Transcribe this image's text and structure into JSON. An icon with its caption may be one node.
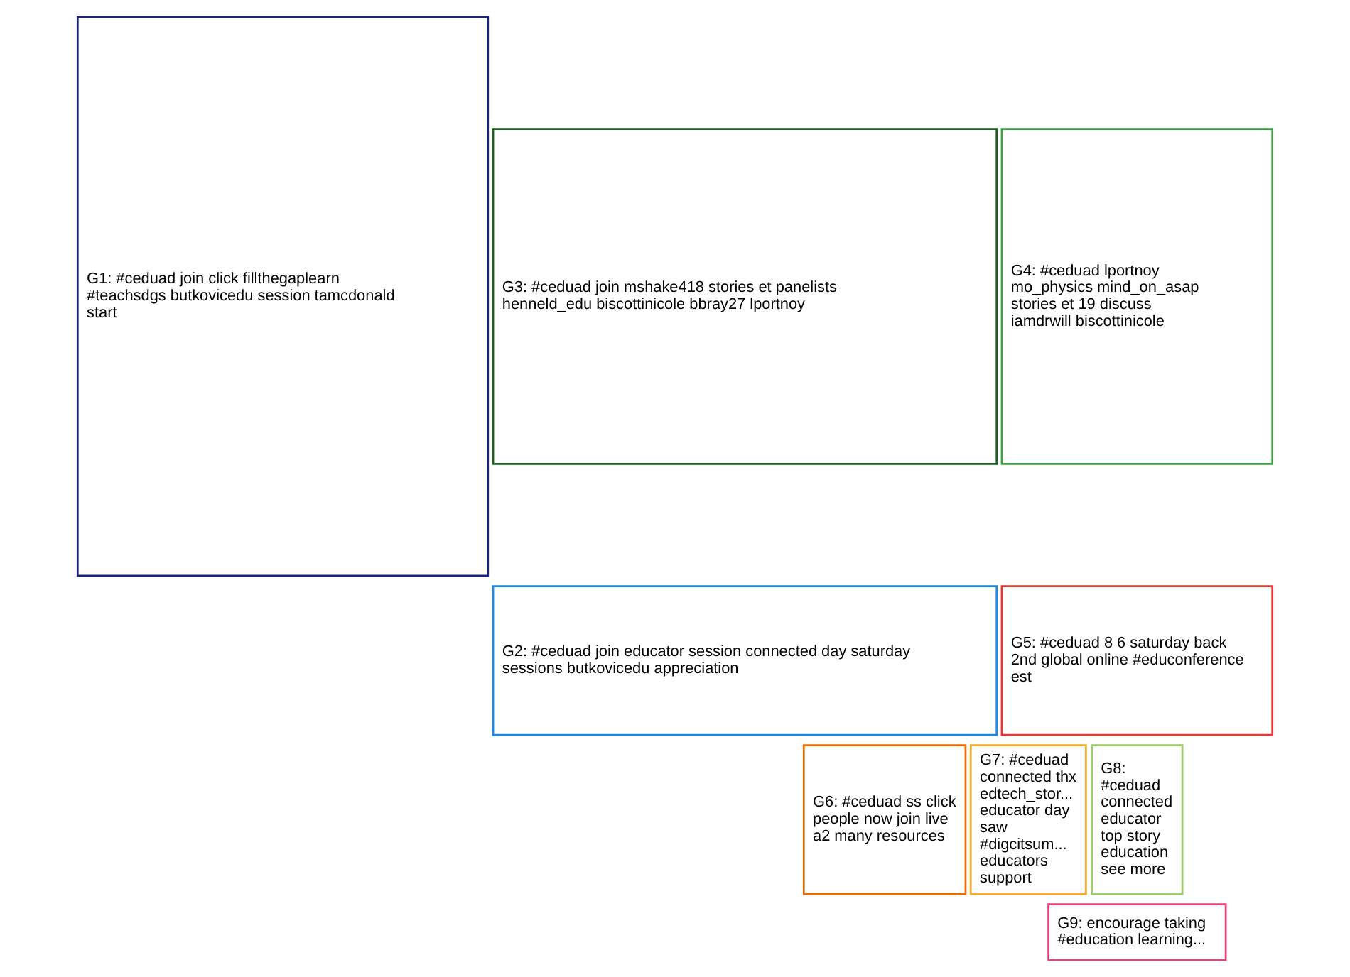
{
  "diagram": {
    "nodes": [
      {
        "text": [
          "G1: #ceduad join click fillthegaplearn #teachsdgs butkovicedu session tamcdonald start"
        ]
      },
      {
        "text": [
          "G3: #ceduad join mshake418 stories et panelists henneld_edu biscottinicole bbray27 lportnoy"
        ]
      },
      {
        "text": [
          "G4: #ceduad lportnoy mo_physics mind_on_asap stories et 19 discuss iamdrwill biscottinicole"
        ]
      },
      {
        "text": [
          "G2: #ceduad join educator session connected day saturday sessions butkovicedu appreciation"
        ]
      },
      {
        "text": [
          "G5: #ceduad 8 6 saturday back 2nd global online #educonference est"
        ]
      },
      {
        "text": [
          "G6: #ceduad ss click people now join live a2 many resources"
        ]
      },
      {
        "text": [
          "G7: #ceduad connected thx edtech_stor... educator day saw #digcitsum... educators support"
        ]
      },
      {
        "text": [
          "G8: #ceduad connected educator top story education see more"
        ]
      },
      {
        "text": [
          "G9: encourage taking #education learning..."
        ]
      }
    ]
  }
}
